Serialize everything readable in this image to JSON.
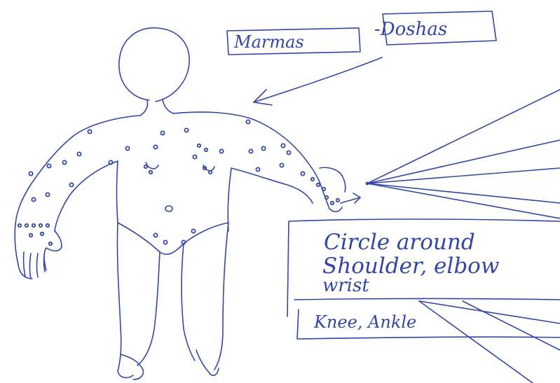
{
  "diagram": {
    "label_marmas": "Marmas",
    "label_doshas": "-Doshas",
    "note_line1": "Circle around",
    "note_line2": "Shoulder, elbow",
    "note_line3": "wrist",
    "note_line4": "Knee, Ankle"
  },
  "colors": {
    "ink": "#3346a8",
    "paper": "#ffffff"
  }
}
